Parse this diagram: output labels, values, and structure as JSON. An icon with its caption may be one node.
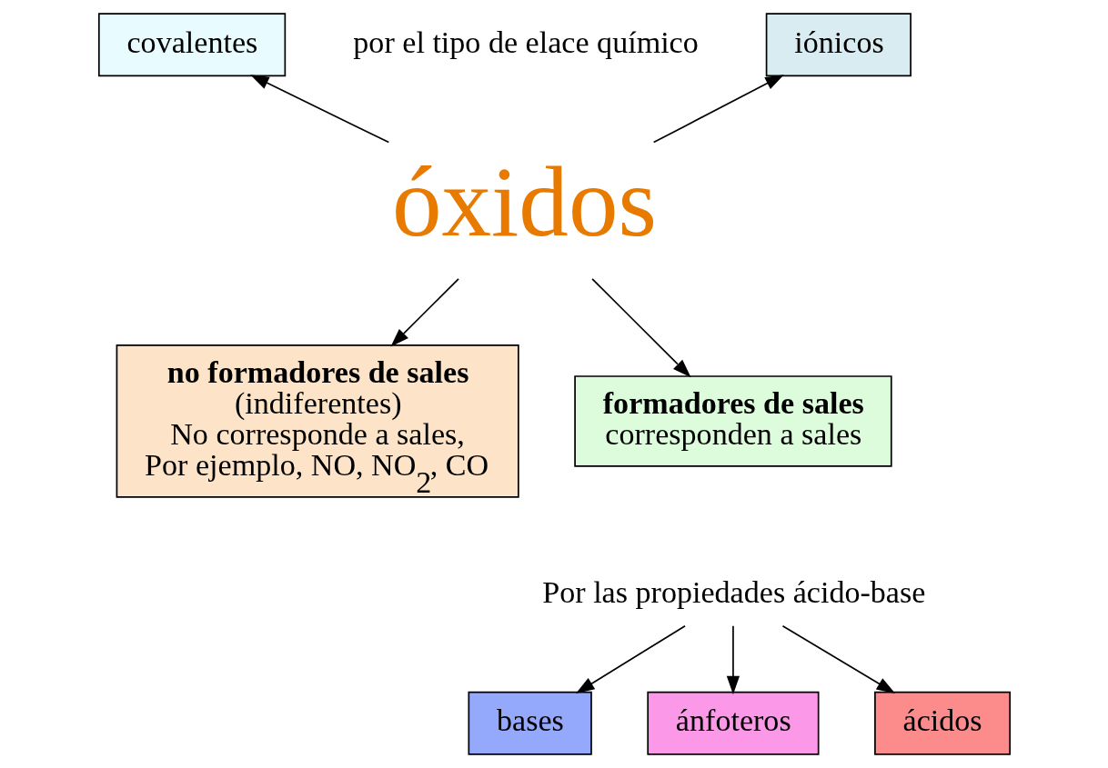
{
  "diagram": {
    "nodes": [
      {
        "text": [
          "óxidos"
        ]
      },
      {
        "text": [
          "covalentes"
        ]
      },
      {
        "text": [
          "iónicos"
        ]
      },
      {
        "text": [
          "no formadores de sales",
          "(indiferentes)",
          "No corresponde a sales, Por ejemplo, NO, NO$_{2}$, CO"
        ]
      },
      {
        "text": [
          "formadores de sales",
          "corresponden a sales"
        ]
      },
      {
        "text": [
          "Por las propiedades ácido-base"
        ]
      },
      {
        "text": [
          "bases"
        ]
      },
      {
        "text": [
          "ánfoteros"
        ]
      },
      {
        "text": [
          "ácidos"
        ]
      }
    ],
    "edges": [
      {
        "from": 0,
        "to": 1,
        "arrow": "to"
      },
      {
        "from": 0,
        "to": 2,
        "arrow": "to"
      },
      {
        "from": 0,
        "to": 3,
        "arrow": "to"
      },
      {
        "from": 0,
        "to": 4,
        "arrow": "to"
      },
      {
        "from": 5,
        "to": 6,
        "arrow": "to"
      },
      {
        "from": 5,
        "to": 7,
        "arrow": "to"
      },
      {
        "from": 5,
        "to": 8,
        "arrow": "to"
      }
    ],
    "labels": [
      "por el tipo de elace químico"
    ]
  }
}
